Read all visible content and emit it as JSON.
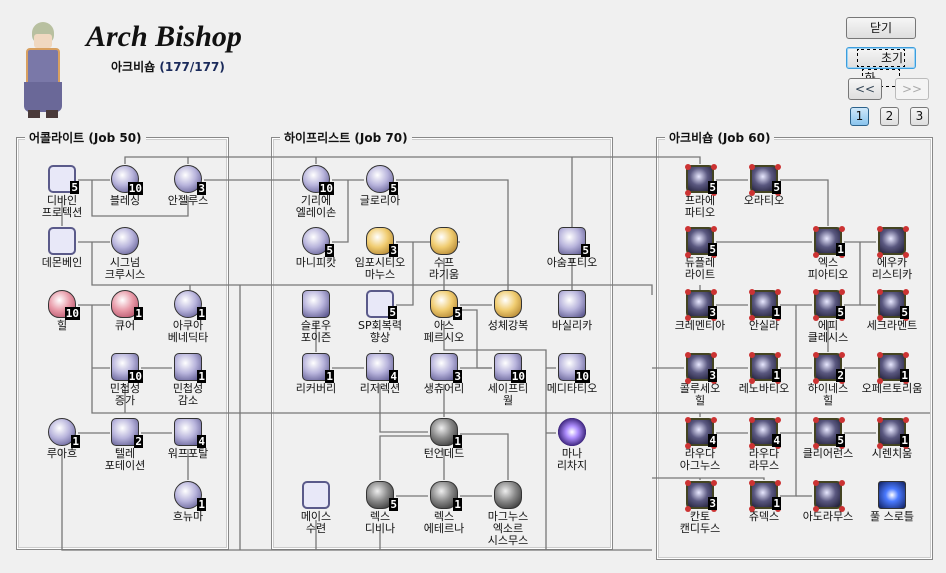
{
  "header": {
    "title": "Arch Bishop",
    "job_name": "아크비숍",
    "points": "(177/177)"
  },
  "buttons": {
    "close": "닫기",
    "reset": "초기화",
    "prev": "<<",
    "next": ">>",
    "pages": [
      "1",
      "2",
      "3"
    ],
    "active_page": "1"
  },
  "panels": [
    {
      "title": "어콜라이트 (Job 50)",
      "skills": [
        {
          "name": "디바인\n프로텍션",
          "level": "5",
          "icon": "divine-protection-icon"
        },
        {
          "name": "블레싱",
          "level": "10",
          "icon": "blessing-icon"
        },
        {
          "name": "안젤루스",
          "level": "3",
          "icon": "angelus-icon"
        },
        {
          "name": "데몬베인",
          "level": null,
          "icon": "demon-bane-icon"
        },
        {
          "name": "시그넘\n크루시스",
          "level": null,
          "icon": "signum-crucis-icon"
        },
        {
          "name": "힐",
          "level": "10",
          "icon": "heal-icon"
        },
        {
          "name": "큐어",
          "level": "1",
          "icon": "cure-icon"
        },
        {
          "name": "아쿠아\n베네딕타",
          "level": "1",
          "icon": "aqua-benedicta-icon"
        },
        {
          "name": "민첩성\n증가",
          "level": "10",
          "icon": "increase-agi-icon"
        },
        {
          "name": "민첩성\n감소",
          "level": "1",
          "icon": "decrease-agi-icon"
        },
        {
          "name": "루아흐",
          "level": "1",
          "icon": "ruwach-icon"
        },
        {
          "name": "텔레\n포테이션",
          "level": "2",
          "icon": "teleport-icon"
        },
        {
          "name": "워프포탈",
          "level": "4",
          "icon": "warp-portal-icon"
        },
        {
          "name": "흐뉴마",
          "level": "1",
          "icon": "pneuma-icon"
        }
      ]
    },
    {
      "title": "하이프리스트 (Job 70)",
      "skills": [
        {
          "name": "기리에\n엘레이손",
          "level": "10",
          "icon": "kyrie-eleison-icon"
        },
        {
          "name": "글로리아",
          "level": "5",
          "icon": "gloria-icon"
        },
        {
          "name": "마니피캇",
          "level": "5",
          "icon": "magnificat-icon"
        },
        {
          "name": "임포시티오\n마누스",
          "level": "3",
          "icon": "impositio-manus-icon"
        },
        {
          "name": "수프\n라기움",
          "level": null,
          "icon": "suffragium-icon"
        },
        {
          "name": "아숨프티오",
          "level": "5",
          "icon": "assumptio-icon"
        },
        {
          "name": "슬로우\n포이즌",
          "level": null,
          "icon": "slow-poison-icon"
        },
        {
          "name": "SP회복력\n향상",
          "level": "5",
          "icon": "sp-recovery-icon"
        },
        {
          "name": "아스\n페르시오",
          "level": "5",
          "icon": "aspersio-icon"
        },
        {
          "name": "성체강복",
          "level": null,
          "icon": "benedictio-icon"
        },
        {
          "name": "바실리카",
          "level": null,
          "icon": "basilica-icon"
        },
        {
          "name": "리커버리",
          "level": "1",
          "icon": "recovery-icon"
        },
        {
          "name": "리저렉션",
          "level": "4",
          "icon": "resurrection-icon"
        },
        {
          "name": "생츄어리",
          "level": "3",
          "icon": "sanctuary-icon"
        },
        {
          "name": "세이프티\n월",
          "level": "10",
          "icon": "safety-wall-icon"
        },
        {
          "name": "메디타티오",
          "level": "10",
          "icon": "meditatio-icon"
        },
        {
          "name": "턴언데드",
          "level": "1",
          "icon": "turn-undead-icon"
        },
        {
          "name": "마나\n리차지",
          "level": null,
          "icon": "mana-recharge-icon"
        },
        {
          "name": "메이스\n수련",
          "level": null,
          "icon": "mace-mastery-icon"
        },
        {
          "name": "렉스\n디비나",
          "level": "5",
          "icon": "lex-divina-icon"
        },
        {
          "name": "렉스\n에테르나",
          "level": "1",
          "icon": "lex-aeterna-icon"
        },
        {
          "name": "마그누스\n엑소르\n시스무스",
          "level": null,
          "icon": "magnus-exorcismus-icon"
        }
      ]
    },
    {
      "title": "아크비숍 (Job 60)",
      "skills": [
        {
          "name": "프라에\n파티오",
          "level": "5",
          "icon": "praefatio-icon"
        },
        {
          "name": "오라티오",
          "level": "5",
          "icon": "oratio-icon"
        },
        {
          "name": "듀플레\n라이트",
          "level": "5",
          "icon": "duple-light-icon"
        },
        {
          "name": "엑스\n피아티오",
          "level": "1",
          "icon": "expiatio-icon"
        },
        {
          "name": "에우카\n리스티카",
          "level": null,
          "icon": "eucharistica-icon"
        },
        {
          "name": "크레멘티아",
          "level": "3",
          "icon": "clementia-icon"
        },
        {
          "name": "안실라",
          "level": "1",
          "icon": "ancilla-icon"
        },
        {
          "name": "에피\n클레시스",
          "level": "5",
          "icon": "epiclesis-icon"
        },
        {
          "name": "세크라멘트",
          "level": "5",
          "icon": "sacrament-icon"
        },
        {
          "name": "콜루세오\n힐",
          "level": "3",
          "icon": "coluceo-heal-icon"
        },
        {
          "name": "레노바티오",
          "level": "1",
          "icon": "renovatio-icon"
        },
        {
          "name": "하이네스\n힐",
          "level": "2",
          "icon": "highness-heal-icon"
        },
        {
          "name": "오페르토리움",
          "level": "1",
          "icon": "offertorium-icon"
        },
        {
          "name": "라우다\n아그누스",
          "level": "4",
          "icon": "lauda-agnus-icon"
        },
        {
          "name": "라우다\n라무스",
          "level": "4",
          "icon": "lauda-ramus-icon"
        },
        {
          "name": "클리어런스",
          "level": "5",
          "icon": "clearance-icon"
        },
        {
          "name": "시렌치움",
          "level": "1",
          "icon": "silentium-icon"
        },
        {
          "name": "칸토\n캔디두스",
          "level": "3",
          "icon": "canto-candidus-icon"
        },
        {
          "name": "쥬덱스",
          "level": "1",
          "icon": "judex-icon"
        },
        {
          "name": "아도라무스",
          "level": null,
          "icon": "adoramus-icon"
        },
        {
          "name": "풀 스로틀",
          "level": null,
          "icon": "full-throttle-icon"
        }
      ]
    }
  ]
}
